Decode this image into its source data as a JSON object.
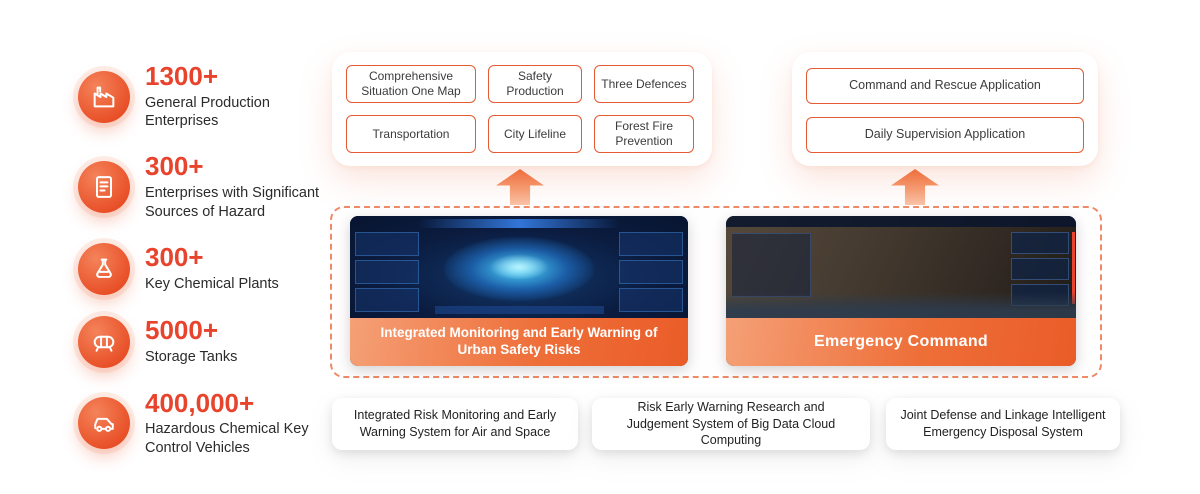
{
  "colors": {
    "accent": "#e8432c",
    "tag_border": "#e45a33",
    "dashed_border": "#ef8a66",
    "caption_gradient_start": "#f5a077",
    "caption_gradient_end": "#ea5c28"
  },
  "stats": [
    {
      "value": "1300+",
      "label": "General Production Enterprises",
      "icon": "factory-icon"
    },
    {
      "value": "300+",
      "label": "Enterprises with Significant Sources of Hazard",
      "icon": "hazard-report-icon"
    },
    {
      "value": "300+",
      "label": "Key Chemical Plants",
      "icon": "chemical-flask-icon"
    },
    {
      "value": "5000+",
      "label": "Storage Tanks",
      "icon": "storage-tank-icon"
    },
    {
      "value": "400,000+",
      "label": "Hazardous Chemical Key Control Vehicles",
      "icon": "vehicle-icon"
    }
  ],
  "app_panel_left": {
    "tags": [
      "Comprehensive Situation One Map",
      "Safety Production",
      "Three Defences",
      "Transportation",
      "City Lifeline",
      "Forest Fire Prevention"
    ]
  },
  "app_panel_right": {
    "tags": [
      "Command and Rescue Application",
      "Daily Supervision Application"
    ]
  },
  "screens": [
    {
      "caption": "Integrated Monitoring and Early Warning of Urban Safety Risks"
    },
    {
      "caption": "Emergency Command"
    }
  ],
  "bottom_systems": [
    "Integrated Risk Monitoring and Early Warning System for Air and Space",
    "Risk Early Warning Research and Judgement System of Big Data Cloud Computing",
    "Joint Defense and Linkage Intelligent Emergency Disposal System"
  ]
}
